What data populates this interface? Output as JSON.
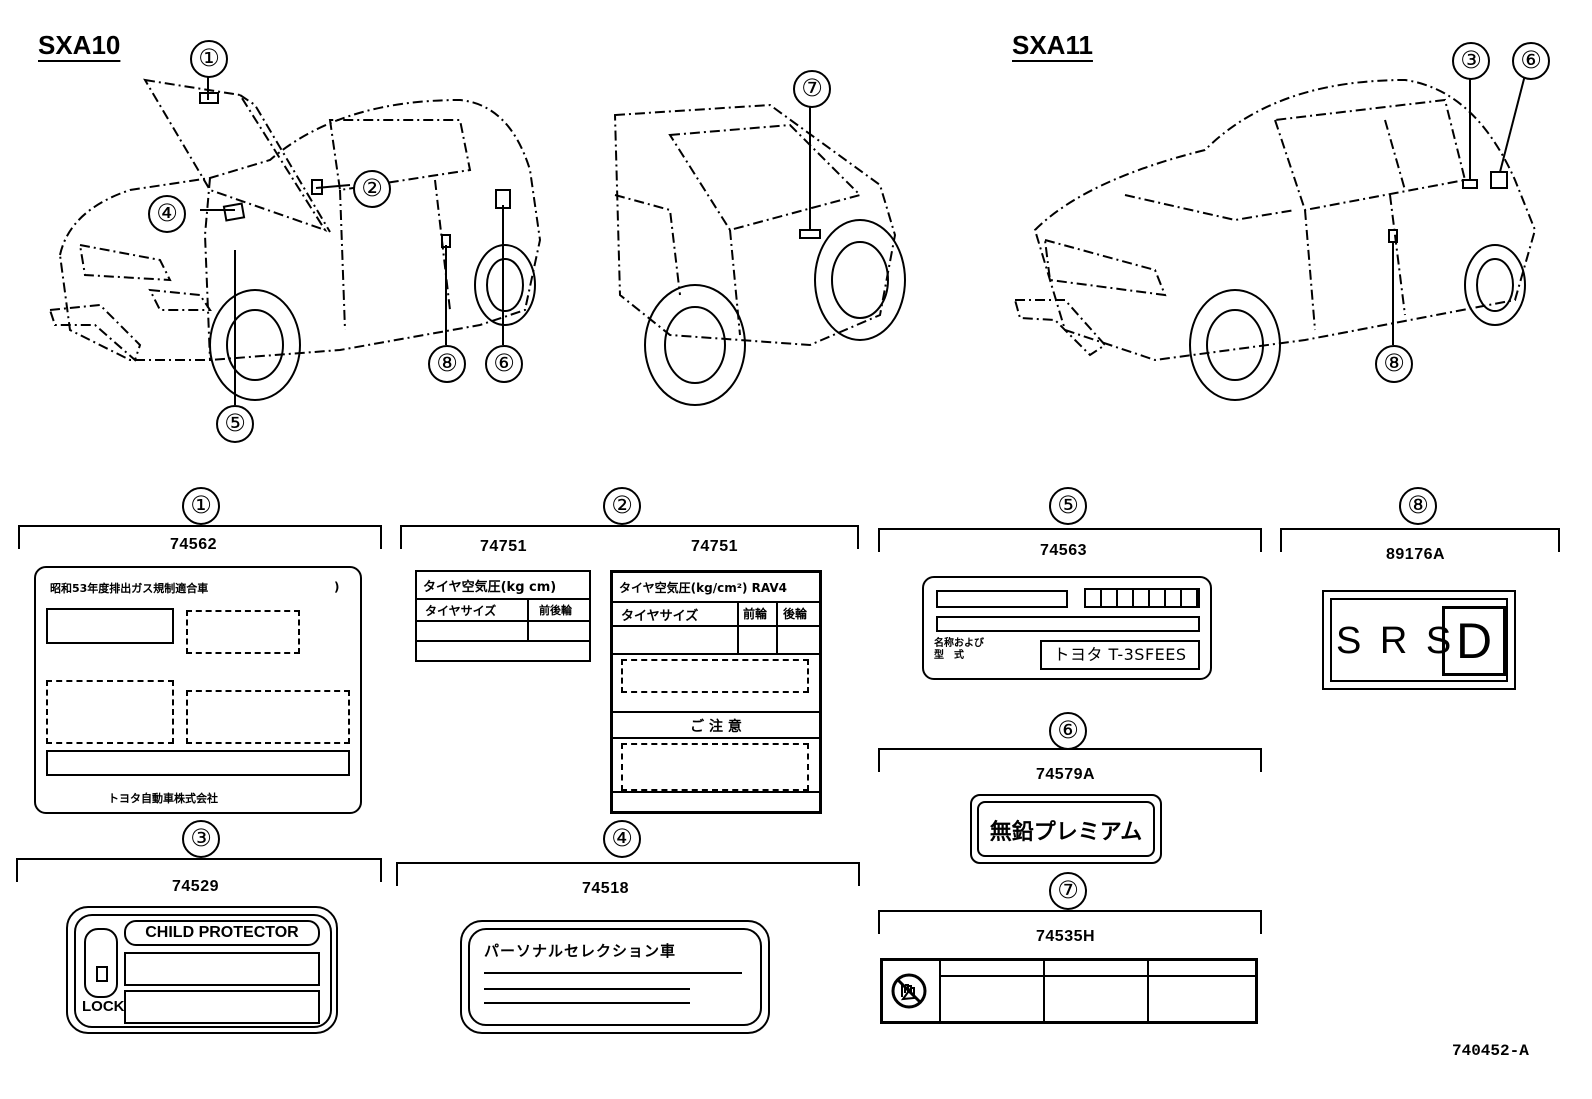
{
  "models": {
    "left": "SXA10",
    "right": "SXA11"
  },
  "callouts": {
    "c1": "①",
    "c2": "②",
    "c3": "③",
    "c4": "④",
    "c5": "⑤",
    "c6": "⑥",
    "c7": "⑦",
    "c8": "⑧"
  },
  "parts": {
    "p1": {
      "callout": "①",
      "number": "74562",
      "heading": "昭和53年度排出ガス規制適合車",
      "footer": "トヨタ自動車株式会社"
    },
    "p2": {
      "callout": "②",
      "number_a": "74751",
      "number_b": "74751",
      "a_title": "タイヤ空気圧(kg cm)",
      "a_size": "タイヤサイズ",
      "a_axle": "前後輪",
      "b_title": "タイヤ空気圧(kg/cm²) RAV4",
      "b_size": "タイヤサイズ",
      "b_front": "前輪",
      "b_rear": "後輪",
      "b_caution": "ご 注 意"
    },
    "p3": {
      "callout": "③",
      "number": "74529",
      "title": "CHILD PROTECTOR",
      "lock": "LOCK"
    },
    "p4": {
      "callout": "④",
      "number": "74518",
      "title": "パーソナルセレクション車"
    },
    "p5": {
      "callout": "⑤",
      "number": "74563",
      "name": "名称および",
      "type": "型　式",
      "engine": "トヨタ T-3SFEES"
    },
    "p6": {
      "callout": "⑥",
      "number": "74579A",
      "text": "無鉛プレミアム"
    },
    "p7": {
      "callout": "⑦",
      "number": "74535H"
    },
    "p8": {
      "callout": "⑧",
      "number": "89176A",
      "text": "S R S",
      "letter": "D"
    }
  },
  "diagram_id": "740452-A"
}
